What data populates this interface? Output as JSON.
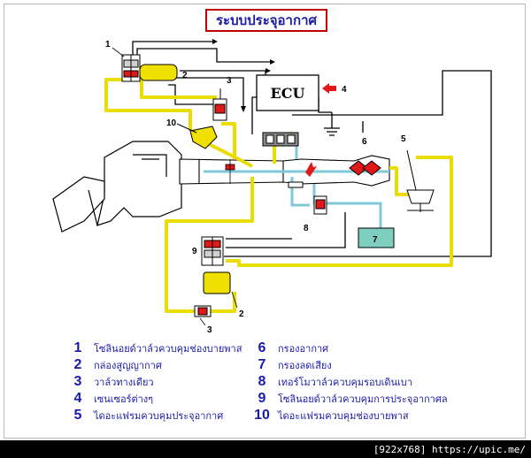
{
  "title": "ระบบประจุอากาศ",
  "ecu_label": "ECU",
  "callouts": [
    "1",
    "2",
    "3",
    "4",
    "5",
    "6",
    "7",
    "8",
    "9",
    "10"
  ],
  "legend": [
    {
      "num": "1",
      "text": "โซลินอยด์วาล์วควบคุมช่องบายพาส"
    },
    {
      "num": "2",
      "text": "กล่องสูญญากาศ"
    },
    {
      "num": "3",
      "text": "วาล์วทางเดียว"
    },
    {
      "num": "4",
      "text": "เซนเซอร์ต่างๆ"
    },
    {
      "num": "5",
      "text": "ไดอะแฟรมควบคุมประจุอากาศ"
    },
    {
      "num": "6",
      "text": "กรองอากาศ"
    },
    {
      "num": "7",
      "text": "กรองลดเสียง"
    },
    {
      "num": "8",
      "text": "เทอร์โมวาล์วควบคุมรอบเดินเบา"
    },
    {
      "num": "9",
      "text": "โซลินอยด์วาล์วควบคุมการประจุอากาศล"
    },
    {
      "num": "10",
      "text": "ไดอะแฟรมควบคุมช่องบายพาส"
    }
  ],
  "footer": "[922x768] https://upic.me/",
  "colors": {
    "vacuum_line": "#f0e000",
    "air_line": "#7fc8d8",
    "wire": "#000000",
    "valve_red": "#e01818",
    "legend_text": "#1a1aa8",
    "title_border": "#c00000",
    "box_teal": "#7ecfc0"
  }
}
